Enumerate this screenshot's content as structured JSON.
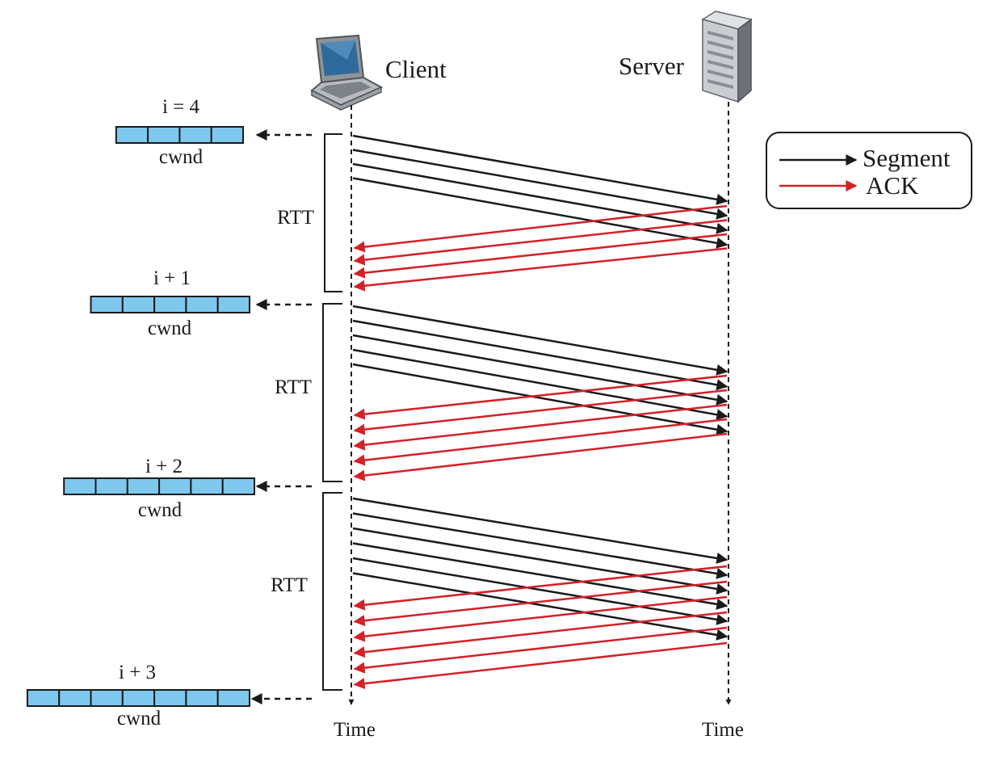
{
  "endpoints": {
    "client": {
      "label": "Client",
      "icon": "laptop-icon",
      "time_label": "Time"
    },
    "server": {
      "label": "Server",
      "icon": "server-icon",
      "time_label": "Time"
    }
  },
  "legend": {
    "segment_label": "Segment",
    "ack_label": "ACK",
    "segment_color": "#1a1a1a",
    "ack_color": "#d42027"
  },
  "colors": {
    "cwnd_fill": "#7ec8ee",
    "cwnd_stroke": "#1a1a1a",
    "bracket": "#1a1a1a",
    "lifeline": "#1a1a1a"
  },
  "windows": [
    {
      "label": "i = 4",
      "cwnd_label": "cwnd",
      "segments": 4
    },
    {
      "label": "i + 1",
      "cwnd_label": "cwnd",
      "segments": 5
    },
    {
      "label": "i + 2",
      "cwnd_label": "cwnd",
      "segments": 6
    },
    {
      "label": "i + 3",
      "cwnd_label": "cwnd",
      "segments": 7
    }
  ],
  "rounds": [
    {
      "rtt_label": "RTT",
      "segments_sent": 4,
      "acks_received": 4
    },
    {
      "rtt_label": "RTT",
      "segments_sent": 5,
      "acks_received": 5
    },
    {
      "rtt_label": "RTT",
      "segments_sent": 6,
      "acks_received": 6
    }
  ]
}
